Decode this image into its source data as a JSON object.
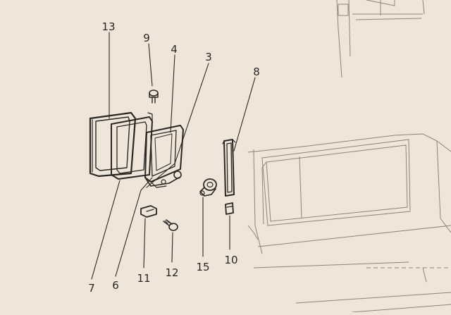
{
  "callouts": {
    "c13": "13",
    "c9": "9",
    "c4": "4",
    "c3": "3",
    "c8": "8",
    "c7": "7",
    "c6": "6",
    "c11": "11",
    "c12": "12",
    "c15": "15",
    "c10": "10"
  }
}
